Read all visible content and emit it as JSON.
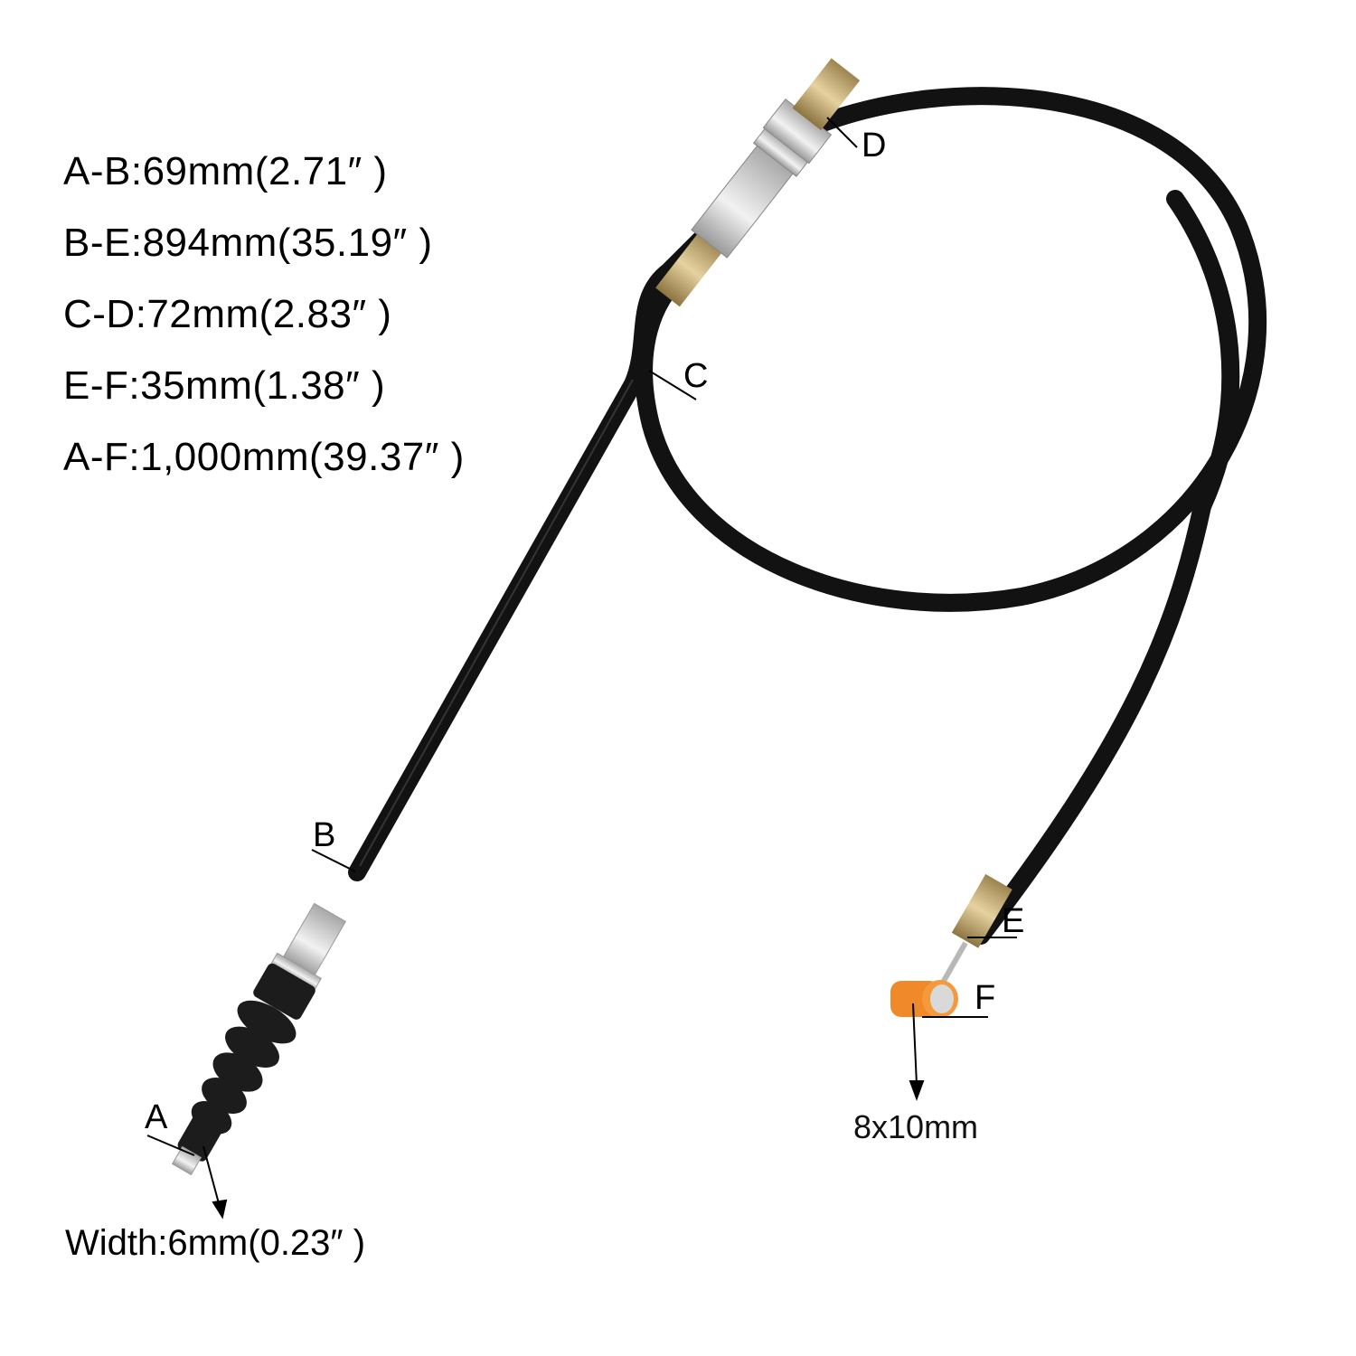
{
  "specs": [
    {
      "segment": "A-B",
      "text": "A-B:69mm(2.71″ )",
      "mm": 69,
      "inches": 2.71
    },
    {
      "segment": "B-E",
      "text": "B-E:894mm(35.19″ )",
      "mm": 894,
      "inches": 35.19
    },
    {
      "segment": "C-D",
      "text": "C-D:72mm(2.83″ )",
      "mm": 72,
      "inches": 2.83
    },
    {
      "segment": "E-F",
      "text": "E-F:35mm(1.38″ )",
      "mm": 35,
      "inches": 1.38
    },
    {
      "segment": "A-F",
      "text": "A-F:1,000mm(39.37″ )",
      "mm": 1000,
      "inches": 39.37
    }
  ],
  "points": {
    "A": "A",
    "B": "B",
    "C": "C",
    "D": "D",
    "E": "E",
    "F": "F"
  },
  "width_note": "Width:6mm(0.23″ )",
  "end_fitting_size": "8x10mm",
  "colors": {
    "cable": "#111111",
    "fitting_orange": "#f0892a",
    "metal": "#d8d8d8",
    "brass": "#c9a86a"
  }
}
